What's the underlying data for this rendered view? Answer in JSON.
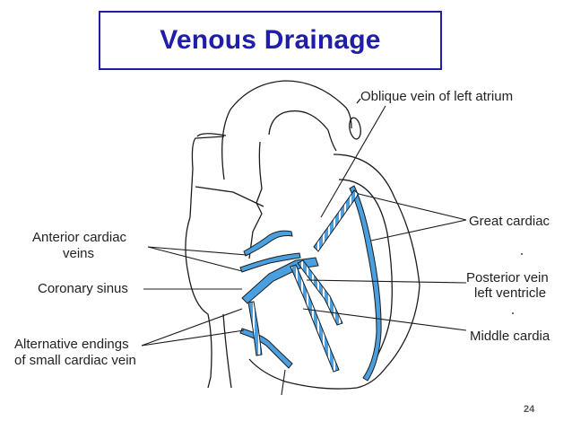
{
  "title": "Venous Drainage",
  "labels": {
    "oblique_vein": "Oblique vein of left atrium",
    "great_cardiac": "Great cardiac",
    "anterior_cardiac_1": "Anterior cardiac",
    "anterior_cardiac_2": "veins",
    "posterior_vein_1": "Posterior vein",
    "posterior_vein_2": "left ventricle",
    "coronary_sinus": "Coronary sinus",
    "middle_cardiac": "Middle cardia",
    "alternative_1": "Alternative endings",
    "alternative_2": "of small cardiac vein"
  },
  "page_number": "24",
  "colors": {
    "title": "#1e1ea8",
    "vein_fill": "#4a9fe0",
    "outline": "#1c1c1c"
  }
}
